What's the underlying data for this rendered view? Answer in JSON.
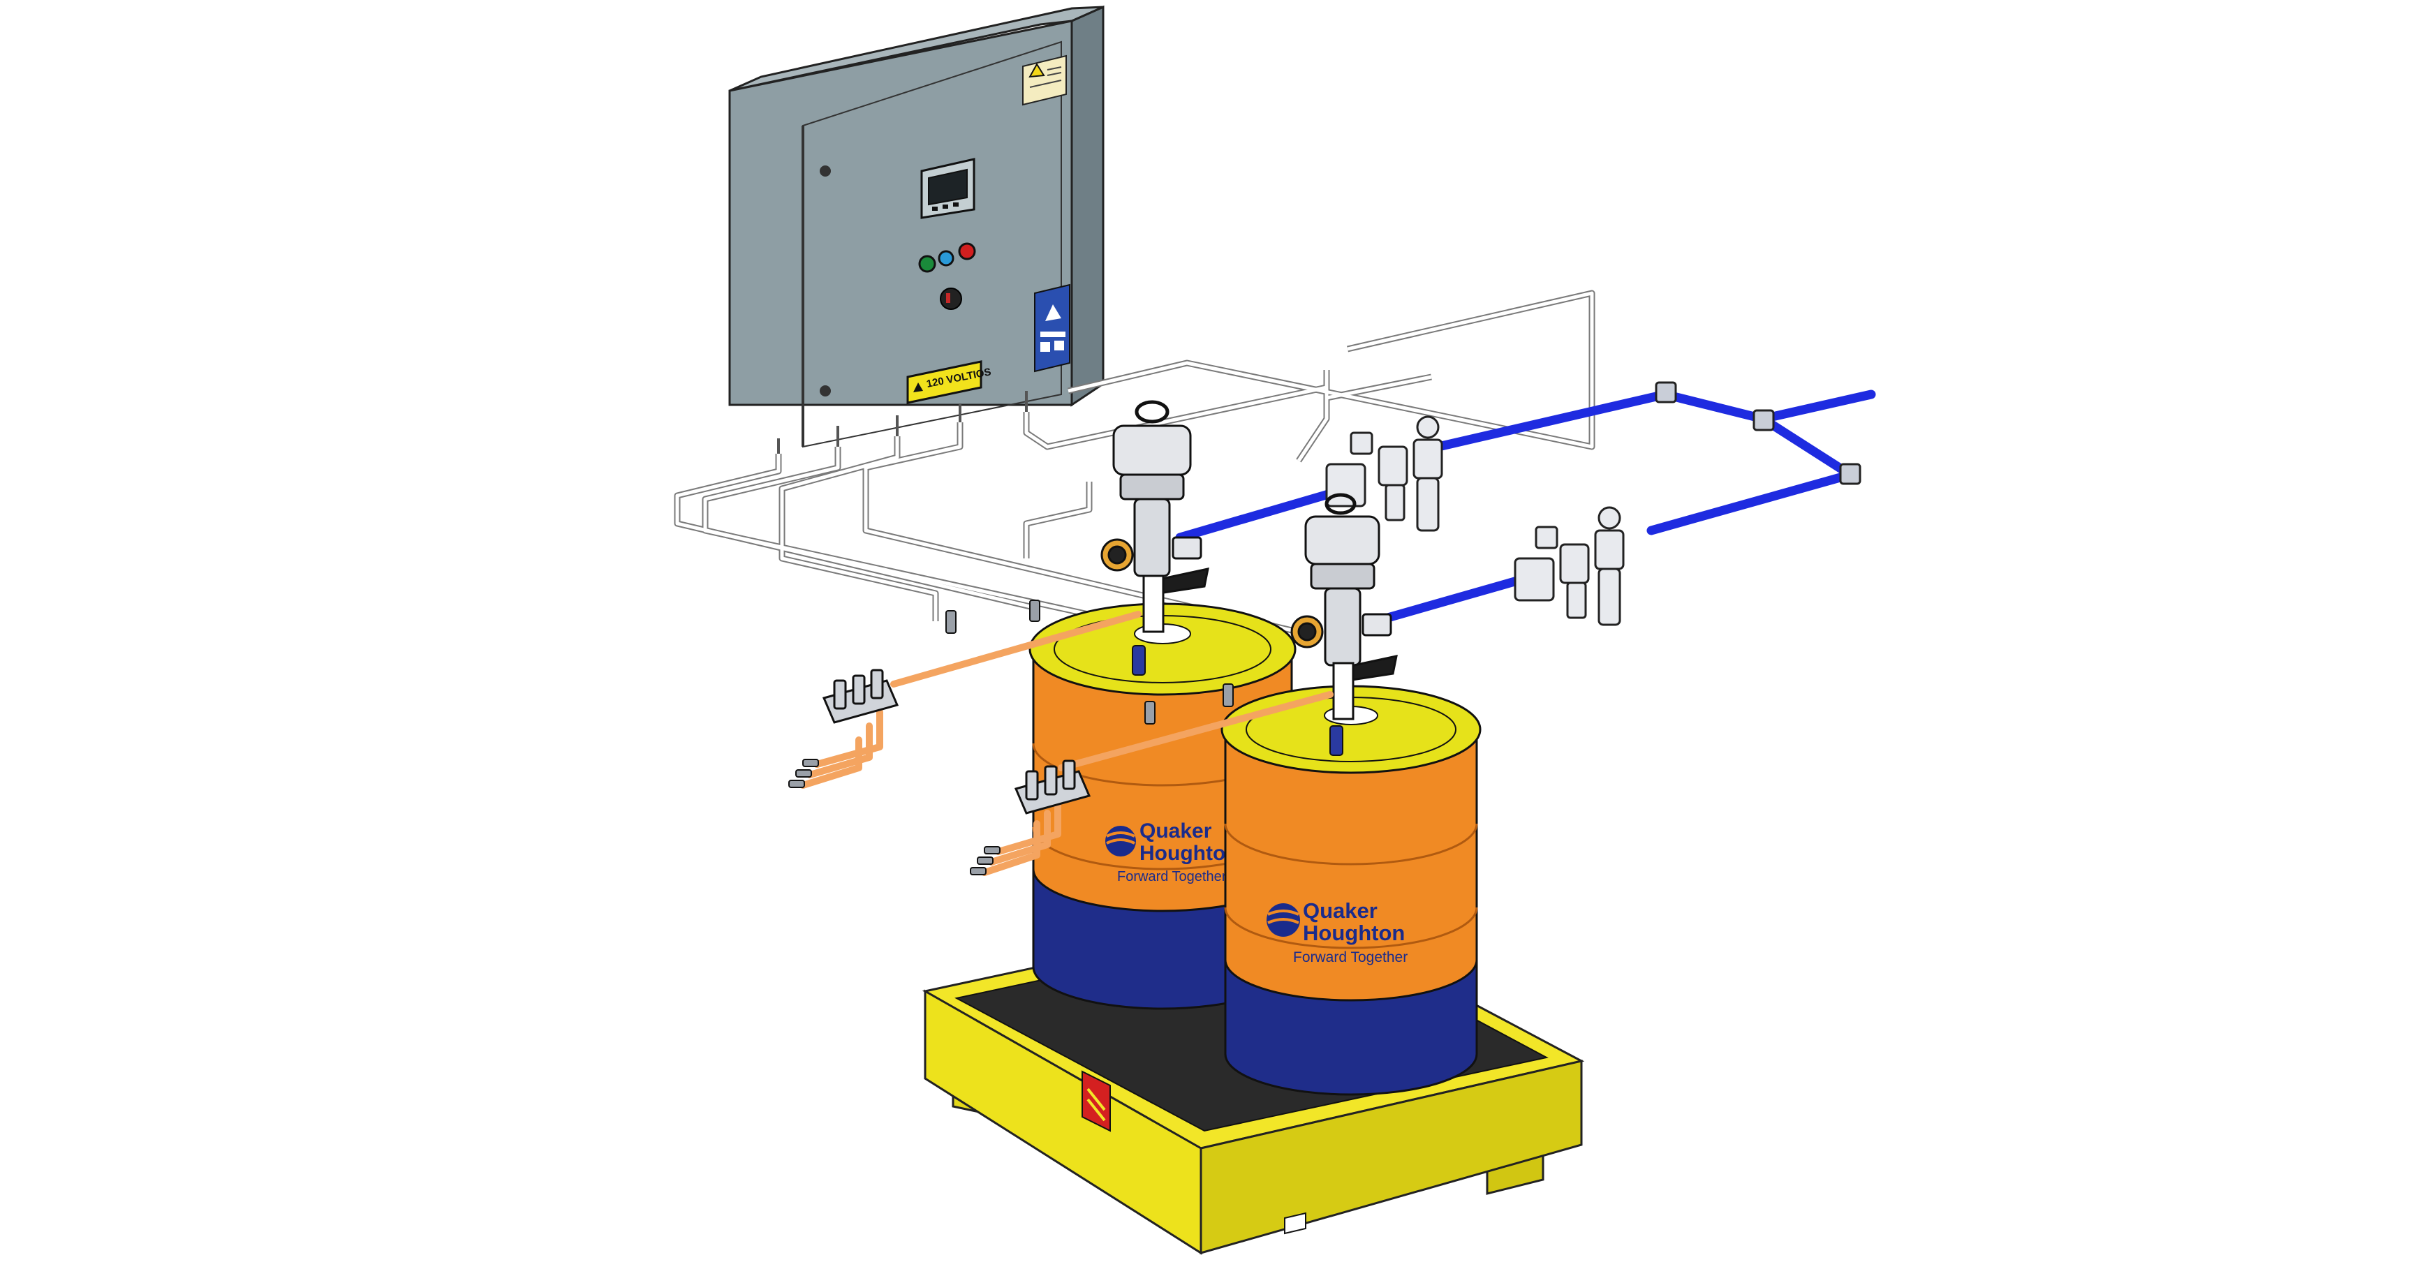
{
  "panel": {
    "voltage_label": "120 VOLTIOS"
  },
  "drums": [
    {
      "brand_line1": "Quaker",
      "brand_line2": "Houghton",
      "tagline": "Forward Together"
    },
    {
      "brand_line1": "Quaker",
      "brand_line2": "Houghton",
      "tagline": "Forward Together"
    }
  ],
  "colors": {
    "panel": "#8e9ea4",
    "drum_orange": "#f08a24",
    "drum_blue": "#1f2d8a",
    "drum_lid": "#e6e21a",
    "spill_tray": "#ede21c",
    "air_line": "#1e2be0",
    "fluid_line": "#f4a460",
    "brand_text": "#1a2b8c"
  },
  "icons": [
    "warning-triangle-icon",
    "logo-badge-icon",
    "quaker-houghton-logo-icon"
  ]
}
